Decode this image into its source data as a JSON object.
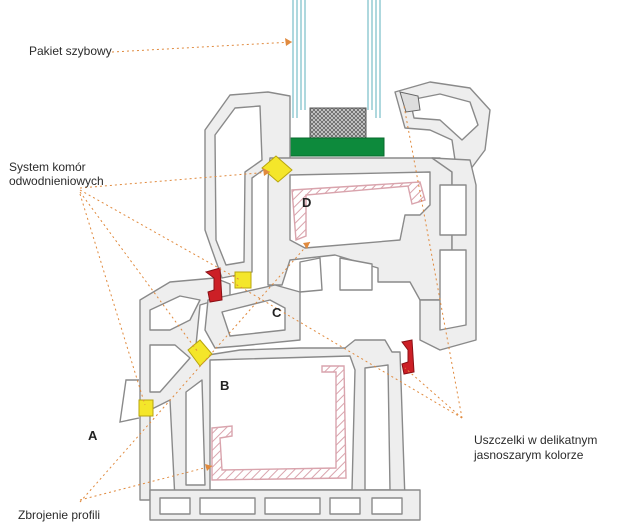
{
  "labels": {
    "glass_unit": "Pakiet szybowy",
    "drainage_line1": "System komór",
    "drainage_line2": "odwodnieniowych",
    "seals_line1": "Uszczelki w delikatnym",
    "seals_line2": "jasnoszarym kolorze",
    "reinforcement": "Zbrojenie profili"
  },
  "section_letters": {
    "a": "A",
    "b": "B",
    "c": "C",
    "d": "D"
  },
  "colors": {
    "profile_fill": "#eeeeee",
    "profile_stroke": "#8a8a8a",
    "chamber_fill": "#ffffff",
    "reinforcement": "#d9a4ad",
    "seal": "#cc1f26",
    "drainage_marker": "#f4e62a",
    "glass_spacer": "#0d8a3c",
    "glass_lines": "#8cc7cf",
    "leader": "#e08a3e"
  }
}
